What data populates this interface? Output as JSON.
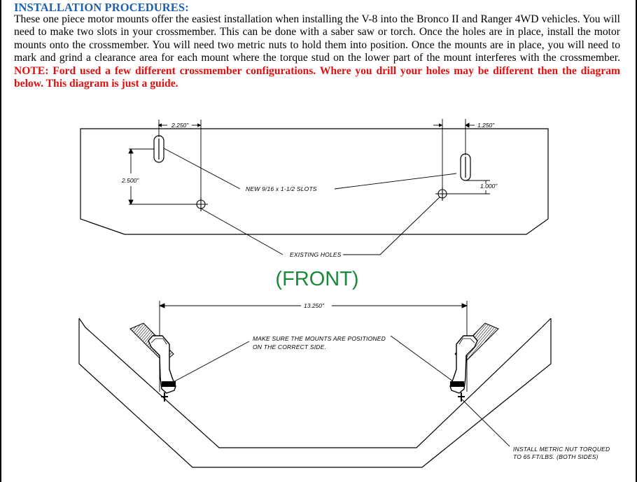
{
  "heading": "INSTALLATION PROCEDURES:",
  "body_text": "These one piece motor mounts offer the easiest installation when installing the V-8 into the Bronco II and Ranger 4WD vehicles.  You will need to make two slots in your crossmember.  This can be done with a saber saw or torch.  Once the holes are in place, install the motor mounts onto the crossmember.  You will need two metric nuts to hold them into position.  Once the mounts are in place, you will need to mark and grind a clearance area for each mount where the torque stud on the lower part of the mount interferes with the crossmember. ",
  "note_text": "NOTE:  Ford used a few different crossmember configurations.  Where you drill your holes may be different then the diagram below.  This diagram is just a guide.",
  "colors": {
    "heading": "#1f5fb0",
    "note": "#e01010",
    "front_label": "#1a8a3a"
  },
  "diagram": {
    "dim_left_offset": "2.250\"",
    "dim_right_offset": "1.250\"",
    "dim_left_height": "2.500\"",
    "dim_right_height": "1.000\"",
    "slots_callout": "NEW 9/16 x 1-1/2 SLOTS",
    "holes_callout": "EXISTING HOLES",
    "front_label": "(FRONT)",
    "dim_width": "13.250\"",
    "mounts_note_line1": "MAKE SURE THE MOUNTS ARE POSITIONED",
    "mounts_note_line2": "ON THE CORRECT SIDE.",
    "nut_note_line1": "INSTALL METRIC NUT TORQUED",
    "nut_note_line2": "TO 65 FT/LBS. (BOTH SIDES)"
  }
}
